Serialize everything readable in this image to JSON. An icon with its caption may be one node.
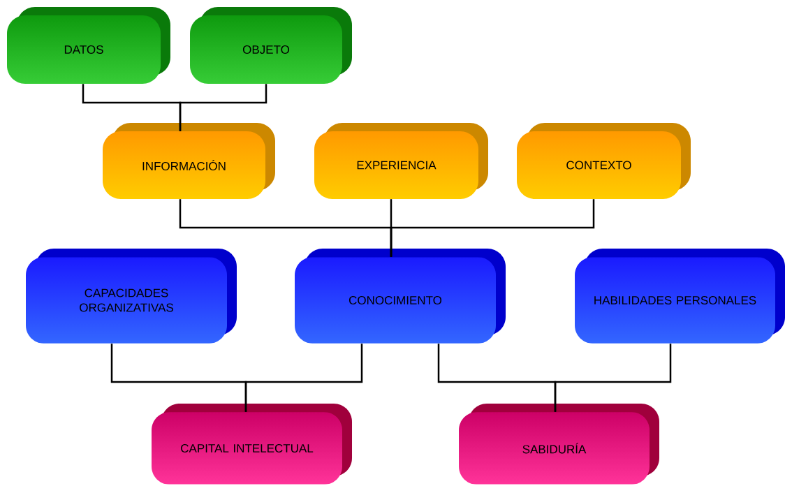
{
  "diagram": {
    "nodes": [
      {
        "text": [
          "DATOS"
        ]
      },
      {
        "text": [
          "OBJETO"
        ]
      },
      {
        "text": [
          "INFORMACIÓN"
        ]
      },
      {
        "text": [
          "EXPERIENCIA"
        ]
      },
      {
        "text": [
          "CONTEXTO"
        ]
      },
      {
        "text": [
          "CAPACIDADES ORGANIZATIVAS"
        ]
      },
      {
        "text": [
          "CONOCIMIENTO"
        ]
      },
      {
        "text": [
          "HABILIDADES PERSONALES"
        ]
      },
      {
        "text": [
          "CAPITAL INTELECTUAL"
        ]
      },
      {
        "text": [
          "SABIDURÍA"
        ]
      }
    ],
    "edges": [
      {
        "from": 0,
        "to": 2,
        "arrow": "none"
      },
      {
        "from": 1,
        "to": 2,
        "arrow": "none"
      },
      {
        "from": 2,
        "to": 6,
        "arrow": "none"
      },
      {
        "from": 3,
        "to": 6,
        "arrow": "none"
      },
      {
        "from": 4,
        "to": 6,
        "arrow": "none"
      },
      {
        "from": 5,
        "to": 8,
        "arrow": "none"
      },
      {
        "from": 6,
        "to": 8,
        "arrow": "none"
      },
      {
        "from": 6,
        "to": 9,
        "arrow": "none"
      },
      {
        "from": 7,
        "to": 9,
        "arrow": "none"
      }
    ]
  }
}
